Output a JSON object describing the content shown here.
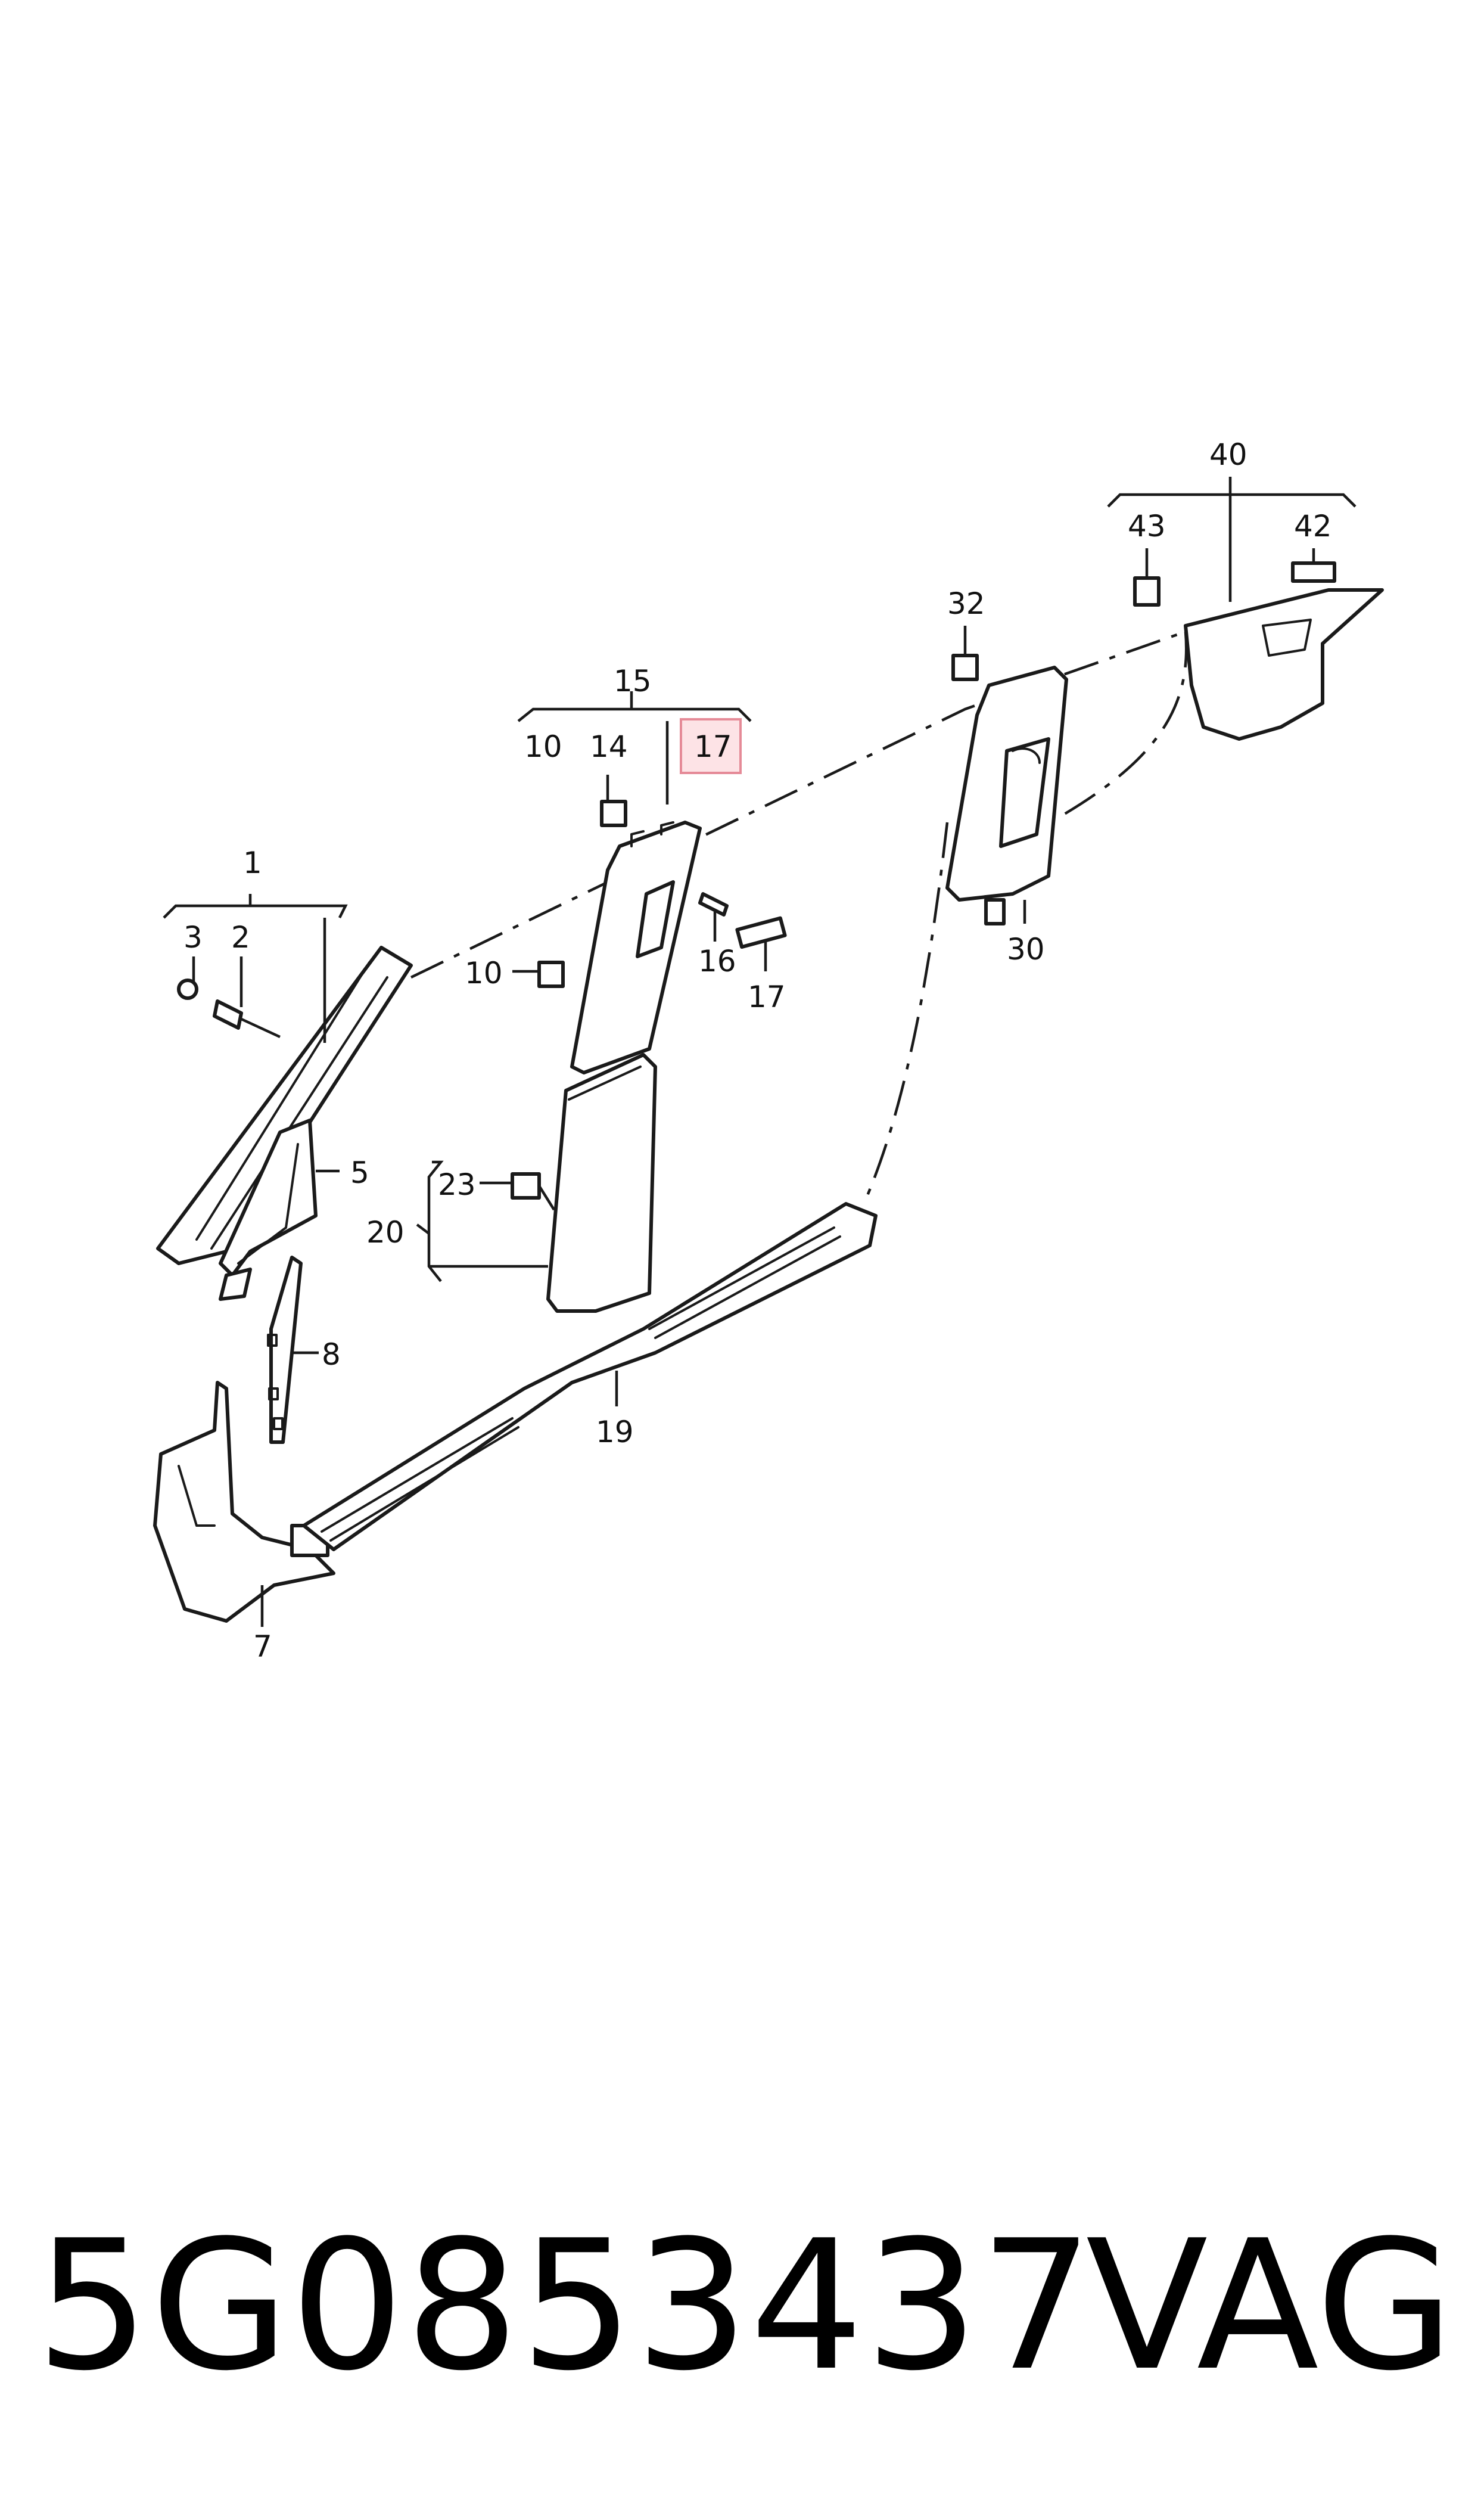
{
  "diagram": {
    "labels": {
      "c1": "1",
      "c2": "2",
      "c3": "3",
      "c5": "5",
      "c7": "7",
      "c8": "8",
      "c10a": "10",
      "c10b": "10",
      "c14": "14",
      "c15": "15",
      "c16": "16",
      "c17a": "17",
      "c17b": "17",
      "c19": "19",
      "c20": "20",
      "c23": "23",
      "c30": "30",
      "c32": "32",
      "c40": "40",
      "c42": "42",
      "c43": "43"
    },
    "highlighted_label": "17",
    "colors": {
      "highlight_fill": "#fde3e6",
      "highlight_stroke": "#e58a97",
      "line": "#1a1a1a"
    }
  },
  "footer": {
    "part_number": "5G0853437",
    "brand": "VAG"
  }
}
